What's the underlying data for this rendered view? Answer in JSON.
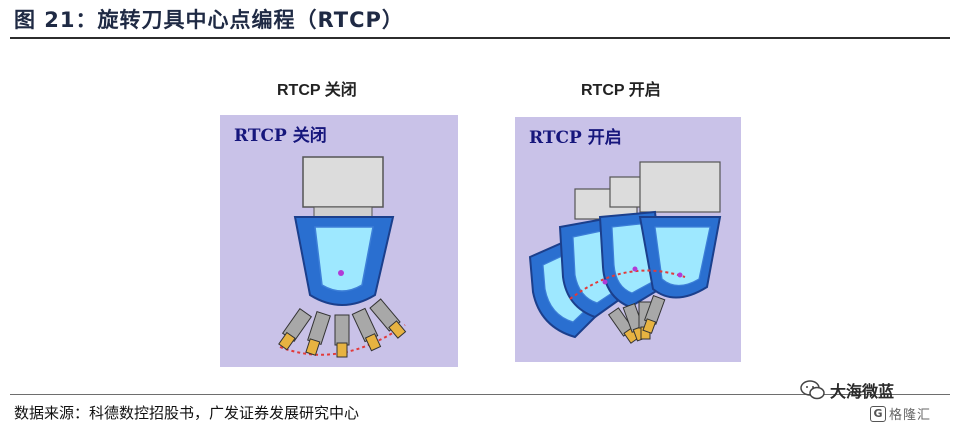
{
  "figure": {
    "title": "图 21：旋转刀具中心点编程（RTCP）"
  },
  "panels": [
    {
      "label": "RTCP 关闭",
      "tag": "RTCP 关闭"
    },
    {
      "label": "RTCP 开启",
      "tag": "RTCP 开启"
    }
  ],
  "source": "数据来源：科德数控招股书，广发证券发展研究中心",
  "watermark": {
    "wechat_name": "大海微蓝",
    "brand_badge": "G",
    "brand_text": "格隆汇"
  },
  "colors": {
    "panel_bg": "#c9c2e8",
    "head_blue": "#2a6fd0",
    "head_light": "#9ee8ff",
    "spindle_gray": "#dcdcdc",
    "tool_gold": "#e7b341",
    "path_red": "#e23a3a",
    "center_dot": "#b13ad6"
  }
}
